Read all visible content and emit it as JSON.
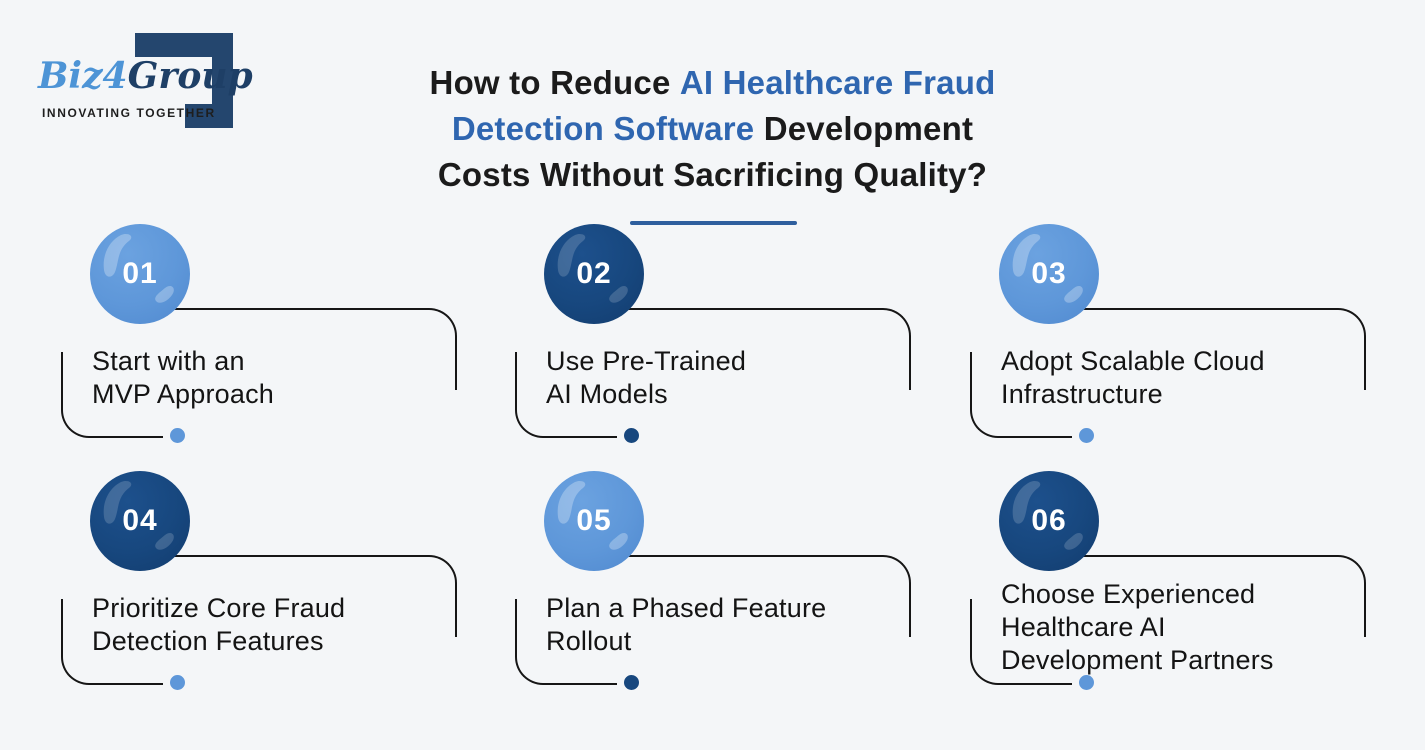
{
  "logo": {
    "brand_blue": "Biz4",
    "brand_navy": "Group",
    "tagline": "INNOVATING TOGETHER"
  },
  "title": {
    "line1_black": "How to Reduce ",
    "line1_accent": "AI Healthcare Fraud",
    "line2_accent": "Detection Software",
    "line2_black": " Development",
    "line3_black": "Costs Without Sacrificing Quality?"
  },
  "steps": [
    {
      "number": "01",
      "line1": "Start with an",
      "line2": "MVP Approach",
      "circle": "light",
      "dot": "light"
    },
    {
      "number": "02",
      "line1": "Use Pre-Trained",
      "line2": "AI Models",
      "circle": "dark",
      "dot": "dark"
    },
    {
      "number": "03",
      "line1": "Adopt Scalable Cloud",
      "line2": "Infrastructure",
      "circle": "light",
      "dot": "light"
    },
    {
      "number": "04",
      "line1": "Prioritize Core Fraud",
      "line2": "Detection Features",
      "circle": "dark",
      "dot": "light"
    },
    {
      "number": "05",
      "line1": "Plan a Phased Feature",
      "line2": "Rollout",
      "circle": "light",
      "dot": "dark"
    },
    {
      "number": "06",
      "line1": "Choose Experienced",
      "line2": "Healthcare AI",
      "line3": "Development Partners",
      "circle": "dark",
      "dot": "light"
    }
  ],
  "colors": {
    "background": "#f4f6f8",
    "light_circle": "#5e97d9",
    "dark_circle": "#17477e",
    "title_accent": "#2f66b0",
    "title_text": "#1b1b1b",
    "underline": "#2e5f9e",
    "connector_line": "#161616",
    "label_text": "#141414",
    "logo_blue": "#4d94d6",
    "logo_navy": "#1e3f66",
    "tagline_text": "#1e1e1e"
  }
}
